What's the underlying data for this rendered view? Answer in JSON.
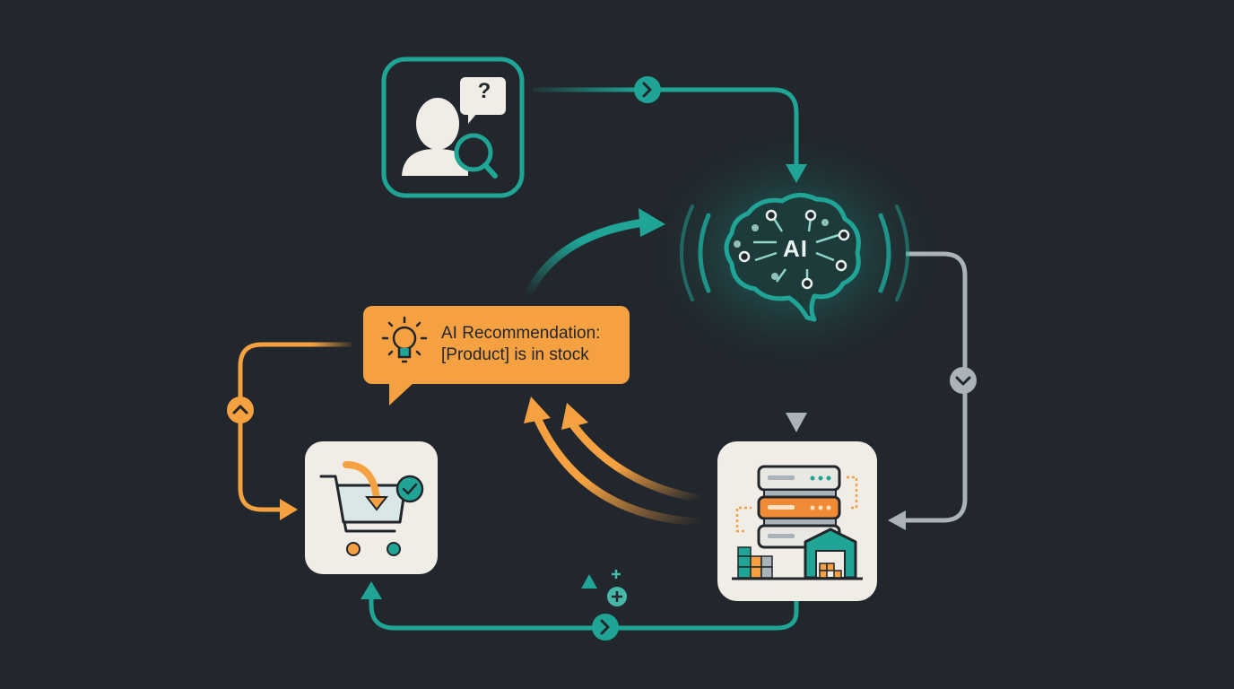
{
  "diagram": {
    "title": "",
    "theme": {
      "background": "#21272c",
      "teal": "#1fa496",
      "orange": "#f5a142",
      "gray": "#a9b3b8",
      "card": "#efede6",
      "dark_line": "#22262b"
    },
    "nodes": [
      {
        "id": "customer-query",
        "label": "",
        "icon": "user-search-question-icon",
        "bubble_text": "?"
      },
      {
        "id": "ai-engine",
        "label": "AI",
        "icon": "brain-circuit-icon"
      },
      {
        "id": "inventory",
        "label": "",
        "icon": "server-warehouse-icon"
      },
      {
        "id": "cart",
        "label": "",
        "icon": "cart-checkout-icon"
      },
      {
        "id": "recommendation",
        "label": "AI Recommendation:",
        "body": "[Product] is in stock",
        "icon": "lightbulb-icon"
      }
    ],
    "edges": [
      {
        "from": "customer-query",
        "to": "ai-engine",
        "color": "teal",
        "marker": "chevron-right"
      },
      {
        "from": "ai-engine",
        "to": "inventory",
        "color": "gray",
        "marker": "chevron-down"
      },
      {
        "from": "ai-engine",
        "to": "inventory",
        "color": "gray",
        "marker": "arrow-down"
      },
      {
        "from": "inventory",
        "to": "recommendation",
        "color": "orange",
        "marker": "double-curved-arrow"
      },
      {
        "from": "recommendation",
        "to": "ai-engine",
        "color": "teal",
        "marker": "curved-arrow"
      },
      {
        "from": "recommendation",
        "to": "cart",
        "color": "orange",
        "marker": "chevron-up"
      },
      {
        "from": "inventory",
        "to": "cart",
        "color": "teal",
        "marker": "chevron-right",
        "badge": "restock-plus-icon"
      }
    ]
  },
  "callout": {
    "title": "AI Recommendation:",
    "body": "[Product] is in stock"
  },
  "ai_node": {
    "label": "AI"
  },
  "query_node": {
    "bubble_text": "?"
  }
}
